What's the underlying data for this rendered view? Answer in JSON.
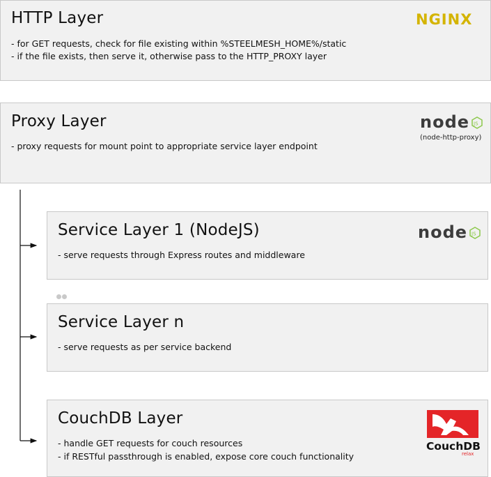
{
  "layers": {
    "http": {
      "title": "HTTP Layer",
      "lines": [
        "- for GET requests, check for file existing within %STEELMESH_HOME%/static",
        "- if the file exists, then serve it, otherwise pass to the HTTP_PROXY layer"
      ],
      "logo": {
        "text": "NGINX",
        "icon": "nginx-logo",
        "color": "#d4b400"
      }
    },
    "proxy": {
      "title": "Proxy Layer",
      "lines": [
        "- proxy requests for mount point to appropriate service layer endpoint"
      ],
      "logo": {
        "text": "node",
        "badge": "JS",
        "caption": "(node-http-proxy)",
        "icon": "nodejs-logo",
        "color": "#3c3c3c",
        "accent": "#8cc84b"
      }
    },
    "service1": {
      "title": "Service Layer 1 (NodeJS)",
      "lines": [
        "- serve requests through Express routes and middleware"
      ],
      "logo": {
        "text": "node",
        "badge": "JS",
        "icon": "nodejs-logo"
      }
    },
    "servicen": {
      "title": "Service Layer n",
      "lines": [
        "- serve requests as per service backend"
      ]
    },
    "couchdb": {
      "title": "CouchDB Layer",
      "lines": [
        "- handle GET requests for couch resources",
        "- if RESTful passthrough is enabled, expose core couch functionality"
      ],
      "logo": {
        "text": "CouchDB",
        "tagline": "relax",
        "icon": "couchdb-logo",
        "color": "#e42528"
      }
    }
  }
}
